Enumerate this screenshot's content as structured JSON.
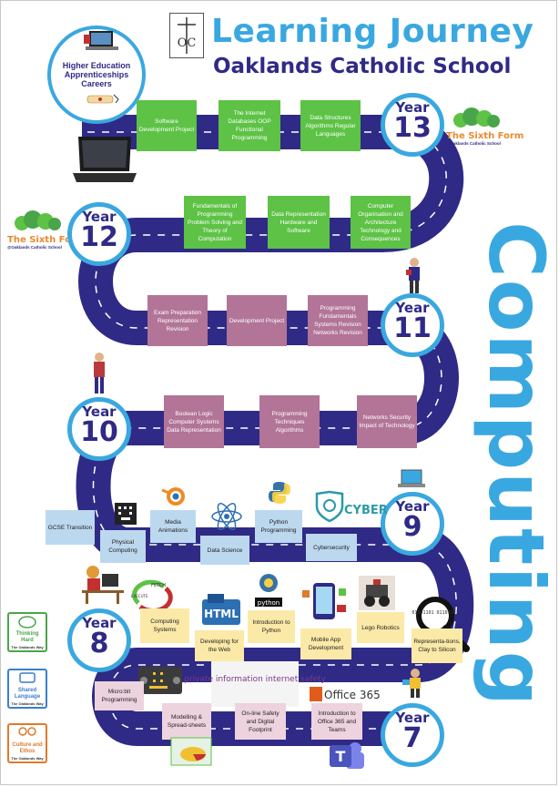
{
  "header": {
    "title": "Learning Journey",
    "school": "Oaklands Catholic School",
    "logo_text": "OC"
  },
  "side_title": "Computing",
  "futures": {
    "line1": "Higher Education",
    "line2": "Apprenticeships",
    "line3": "Careers"
  },
  "sixth_form": {
    "name": "The Sixth Form",
    "sub": "@Oaklands Catholic School"
  },
  "years": {
    "y13": {
      "label": "Year",
      "num": "13"
    },
    "y12": {
      "label": "Year",
      "num": "12"
    },
    "y11": {
      "label": "Year",
      "num": "11"
    },
    "y10": {
      "label": "Year",
      "num": "10"
    },
    "y9": {
      "label": "Year",
      "num": "9"
    },
    "y8": {
      "label": "Year",
      "num": "8"
    },
    "y7": {
      "label": "Year",
      "num": "7"
    }
  },
  "y13_topics": [
    "Software Development Project",
    "The Internet Databases OOP Functional Programming",
    "Data Structures Algorithms Regular Languages"
  ],
  "y12_topics": [
    "Fundamentals of Programming Problem Solving and Theory of Computation",
    "Data Representation Hardware and Software",
    "Computer Organisation and Architecture Technology and Consequences"
  ],
  "y11_topics": [
    "Exam Preparation Representation Revision",
    "Development Project",
    "Programming Fundamentals Systems Revision Networks Revision"
  ],
  "y10_topics": [
    "Boolean Logic Computer Systems Data Representation",
    "Programming Techniques Algorithms",
    "Networks Security Impact of Technology"
  ],
  "y9_topics": {
    "gcse": "GCSE Transition",
    "physical": "Physical Computing",
    "media": "Media Animations",
    "data_science": "Data Science",
    "python": "Python Programming",
    "cyber": "Cybersecurity",
    "cyber_logo": "CYBER"
  },
  "y8_topics": {
    "systems": "Computing Systems",
    "web": "Developing for the Web",
    "python": "Introduction to Python",
    "mobile": "Mobile App Development",
    "lego": "Lego Robotics",
    "repr": "Representa-tions, Clay to Silicon",
    "html_logo": "HTML",
    "python_logo": "python",
    "fetch": "FETCH",
    "execute": "EXECUTE",
    "binary": "01001101 01101101"
  },
  "y7_topics": {
    "microbit": "Micro:bit Programming",
    "modelling": "Modelling & Spread-sheets",
    "safety": "On-line Safety and Digital Footprint",
    "office": "Introduction to Office 365 and Teams",
    "office_logo": "Office 365",
    "safety_words": "private information internet safety"
  },
  "badges": [
    {
      "title": "Thinking Hard",
      "sub": "The Oaklands Way",
      "color": "#4aa54a"
    },
    {
      "title": "Shared Language",
      "sub": "The Oaklands Way",
      "color": "#3a7fcf"
    },
    {
      "title": "Culture and Ethos",
      "sub": "The Oaklands Way",
      "color": "#e07a2c"
    }
  ],
  "colors": {
    "road": "#2f2a86",
    "accent": "#3aa8e0",
    "a_level_box": "#5dc245",
    "gcse_box": "#b27497"
  }
}
